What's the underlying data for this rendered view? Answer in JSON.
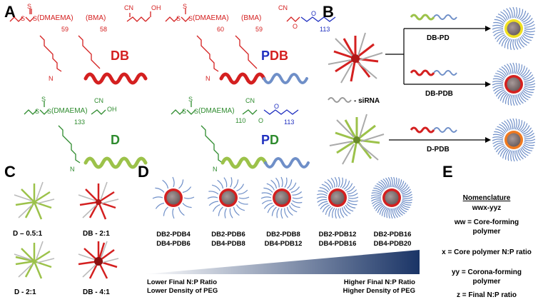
{
  "panels": {
    "A": "A",
    "B": "B",
    "C": "C",
    "D": "D",
    "E": "E"
  },
  "polymers": {
    "db": {
      "label": "DB",
      "block1": "(DMAEMA)",
      "block2": "(BMA)",
      "n1": "59",
      "n2": "58",
      "cn": "CN",
      "end": "OH"
    },
    "pdb": {
      "label_p": "P",
      "label_rest": "DB",
      "block1": "(DMAEMA)",
      "block2": "(BMA)",
      "n1": "60",
      "n2": "59",
      "peg_n": "113",
      "cn": "CN"
    },
    "d": {
      "label": "D",
      "block1": "(DMAEMA)",
      "n1": "133",
      "cn": "CN",
      "end": "OH"
    },
    "pd": {
      "label_p": "P",
      "label_rest": "D",
      "block1": "(DMAEMA)",
      "n1": "110",
      "peg_n": "113",
      "cn": "CN"
    }
  },
  "panel_b": {
    "sirna_label": "- siRNA",
    "routes": [
      "DB-PD",
      "DB-PDB",
      "D-PDB"
    ]
  },
  "panel_c": {
    "labels": [
      "D – 0.5:1",
      "DB - 2:1",
      "D - 2:1",
      "DB - 4:1"
    ]
  },
  "panel_d": {
    "particles": [
      {
        "line1": "DB2-PDB4",
        "line2": "DB4-PDB6"
      },
      {
        "line1": "DB2-PDB6",
        "line2": "DB4-PDB8"
      },
      {
        "line1": "DB2-PDB8",
        "line2": "DB4-PDB12"
      },
      {
        "line1": "DB2-PDB12",
        "line2": "DB4-PDB16"
      },
      {
        "line1": "DB2-PDB16",
        "line2": "DB4-PDB20"
      }
    ],
    "low_line1": "Lower Final N:P Ratio",
    "low_line2": "Lower Density of PEG",
    "high_line1": "Higher Final N:P Ratio",
    "high_line2": "Higher Density of PEG"
  },
  "panel_e": {
    "title": "Nomenclature",
    "format": "wwx-yyz",
    "ww_1": "ww = Core-forming",
    "ww_2": "polymer",
    "x": "x = Core polymer N:P ratio",
    "yy_1": "yy = Corona-forming",
    "yy_2": "polymer",
    "z": "z = Final N:P ratio"
  },
  "colors": {
    "red": "#d42020",
    "blue": "#2030c0",
    "green": "#2e8b2e",
    "light_green": "#9cc24a",
    "peg_blue": "#6f8fc8",
    "core_yellow": "#f0e020",
    "core_orange": "#f07a20",
    "core_gray": "#8c7c7c"
  }
}
